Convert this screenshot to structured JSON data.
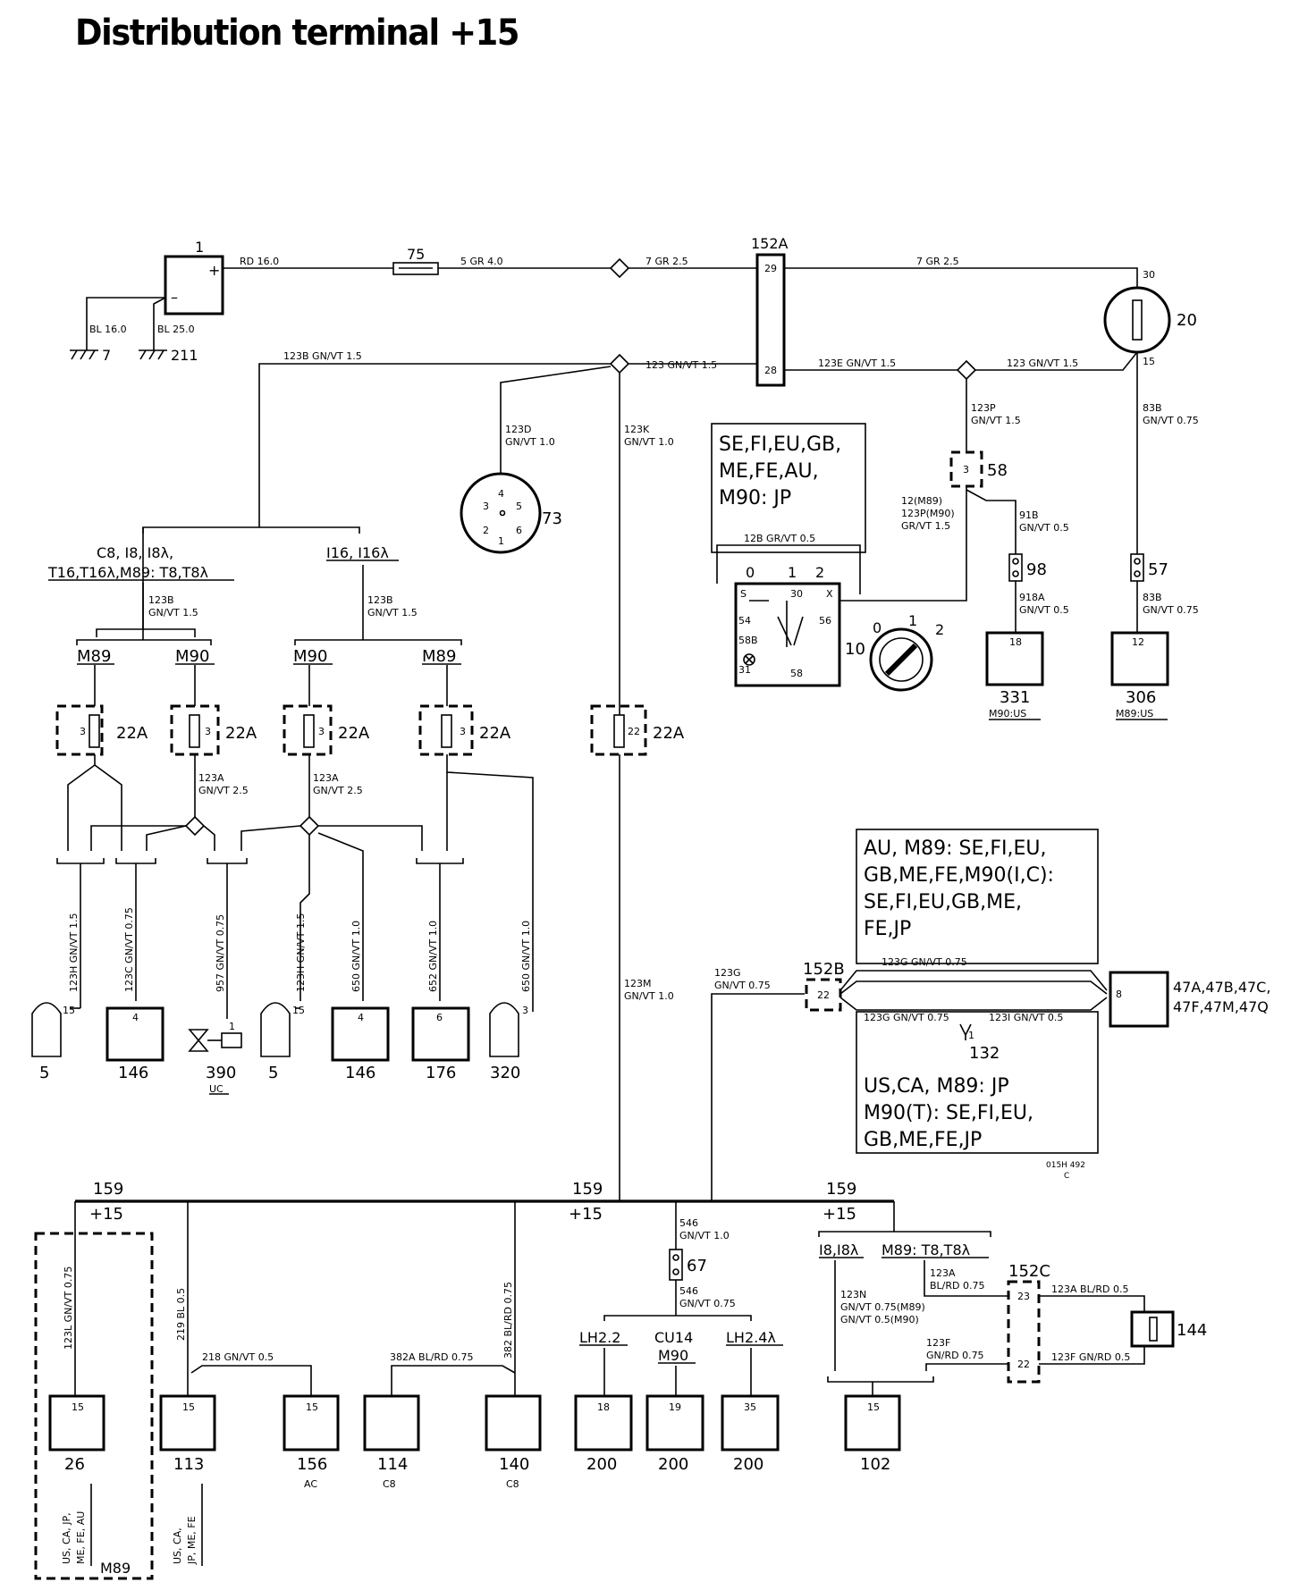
{
  "title": "Distribution terminal +15",
  "ids": {
    "battery": "1",
    "fuse75": "75",
    "conn152a": "152A",
    "ign20": "20",
    "diag73": "73",
    "conn58": "58",
    "fuse22a": "22A",
    "switch10": "10",
    "conn98": "98",
    "conn57": "57",
    "comp331": "331",
    "comp306": "306",
    "conn152b": "152B",
    "comp8": "8",
    "connlist47": "47A,47B,47C,",
    "connlist47b": "47F,47M,47Q",
    "comp132": "132",
    "bus159": "159",
    "plus15": "+15",
    "fuse67": "67",
    "conn152c": "152C",
    "comp144": "144",
    "g7": "7",
    "g211": "211"
  },
  "codes": {
    "m90us": "M90:US",
    "m89us": "M89:US",
    "uc": "UC",
    "ac": "AC",
    "c8": "C8",
    "doc": "015H 492",
    "docc": "C"
  },
  "wires": {
    "rd16": "RD 16.0",
    "gr5": "5 GR 4.0",
    "gr7a": "7 GR 2.5",
    "gr7b": "7 GR 2.5",
    "bl16": "BL 16.0",
    "bl25": "BL 25.0",
    "w123b": "123B GN/VT 1.5",
    "w123": "123 GN/VT 1.5",
    "w123e": "123E GN/VT 1.5",
    "w123r": "123 GN/VT 1.5",
    "w123d1": "123D",
    "w123d2": "GN/VT 1.0",
    "w123k1": "123K",
    "w123k2": "GN/VT 1.0",
    "w123p1": "123P",
    "w123p2": "GN/VT 1.5",
    "w83a1": "83B",
    "w83a2": "GN/VT 0.75",
    "w128": "12B GR/VT 0.5",
    "w12a": "12(M89)",
    "w12b": "123P(M90)",
    "w12c": "GR/VT 1.5",
    "w91a1": "91B",
    "w91a2": "GN/VT 0.5",
    "w91b1": "918A",
    "w91b2": "GN/VT 0.5",
    "w83b1": "83B",
    "w83b2": "GN/VT 0.75",
    "w123bl1": "123B",
    "w123bl2": "GN/VT 1.5",
    "w123br1": "123B",
    "w123br2": "GN/VT 1.5",
    "w123a1": "123A",
    "w123a2": "GN/VT 2.5",
    "w123a3": "123A",
    "w123a4": "GN/VT 2.5",
    "v1": "123H GN/VT 1.5",
    "v2": "123C GN/VT 0.75",
    "v3": "957 GN/VT 0.75",
    "v4": "123H GN/VT 1.5",
    "v5": "650 GN/VT 1.0",
    "v6": "652 GN/VT 1.0",
    "v7": "650 GN/VT 1.0",
    "w123m1": "123M",
    "w123m2": "GN/VT 1.0",
    "w123g1": "123G",
    "w123g2": "GN/VT 0.75",
    "w123gu": "123G GN/VT 0.75",
    "w123gl": "123G GN/VT 0.75",
    "w123i": "123I GN/VT 0.5",
    "w123l": "123L GN/VT 0.75",
    "w219": "219 BL 0.5",
    "w218": "218 GN/VT 0.5",
    "w382a": "382A BL/RD 0.75",
    "w382": "382 BL/RD 0.75",
    "w546a1": "546",
    "w546a2": "GN/VT 1.0",
    "w546b1": "546",
    "w546b2": "GN/VT 0.75",
    "w123n1": "123N",
    "w123n2": "GN/VT 0.75(M89)",
    "w123n3": "GN/VT 0.5(M90)",
    "w123aa1": "123A",
    "w123aa2": "BL/RD 0.75",
    "w123fa1": "123F",
    "w123fa2": "GN/RD 0.75",
    "w123ab": "123A BL/RD 0.5",
    "w123fb": "123F GN/RD 0.5"
  },
  "variants": {
    "box1a": "SE,FI,EU,GB,",
    "box1b": "ME,FE,AU,",
    "box1c": "M90: JP",
    "c8grp": "C8, I8, I8λ,",
    "t16grp": "T16,T16λ,M89: T8,T8λ",
    "i16grp": "I16, I16λ",
    "m89a": "M89",
    "m90a": "M90",
    "m90b": "M90",
    "m89b": "M89",
    "au1": "AU,  M89: SE,FI,EU,",
    "au2": "GB,ME,FE,M90(I,C):",
    "au3": "SE,FI,EU,GB,ME,",
    "au4": "FE,JP",
    "us1": "US,CA,  M89: JP",
    "us2": "M90(T): SE,FI,EU,",
    "us3": "GB,ME,FE,JP",
    "i8grp": "I8,I8λ",
    "m89t8": "M89: T8,T8λ",
    "lh22": "LH2.2",
    "cu14": "CU14",
    "m90c": "M90",
    "lh24": "LH2.4λ",
    "uscajp": "US, CA, JP,",
    "mefeau": "ME, FE, AU",
    "m89box": "M89",
    "usca": "US, CA,",
    "jpmefe": "JP, ME, FE"
  },
  "components": {
    "c5a": "5",
    "c146a": "146",
    "c390": "390",
    "c5b": "5",
    "c146b": "146",
    "c176": "176",
    "c320": "320",
    "c26": "26",
    "c113": "113",
    "c156": "156",
    "c114": "114",
    "c140": "140",
    "c200a": "200",
    "c200b": "200",
    "c200c": "200",
    "c102": "102"
  },
  "pins": {
    "p29": "29",
    "p28": "28",
    "p30": "30",
    "p15ign": "15",
    "p3": "3",
    "p18a": "18",
    "p12": "12",
    "p22b": "22",
    "p8": "8",
    "p1": "1",
    "p23": "23",
    "p22c": "22",
    "f3": "3",
    "f22": "22",
    "s0": "0",
    "s1": "1",
    "s2": "2",
    "sS": "S",
    "s30": "30",
    "sX": "X",
    "s54": "54",
    "s56": "56",
    "s58b": "58B",
    "s31": "31",
    "s58": "58",
    "k0": "0",
    "k1": "1",
    "k2": "2",
    "d4": "4",
    "d3": "3",
    "d5": "5",
    "d2": "2",
    "d6": "6",
    "d1": "1",
    "b15": "15",
    "b4": "4",
    "b1": "1",
    "b6": "6",
    "b3": "3",
    "q15a": "15",
    "q15b": "15",
    "q15c": "15",
    "q18": "18",
    "q19": "19",
    "q35": "35",
    "q15d": "15",
    "plus": "+",
    "minus": "–"
  }
}
